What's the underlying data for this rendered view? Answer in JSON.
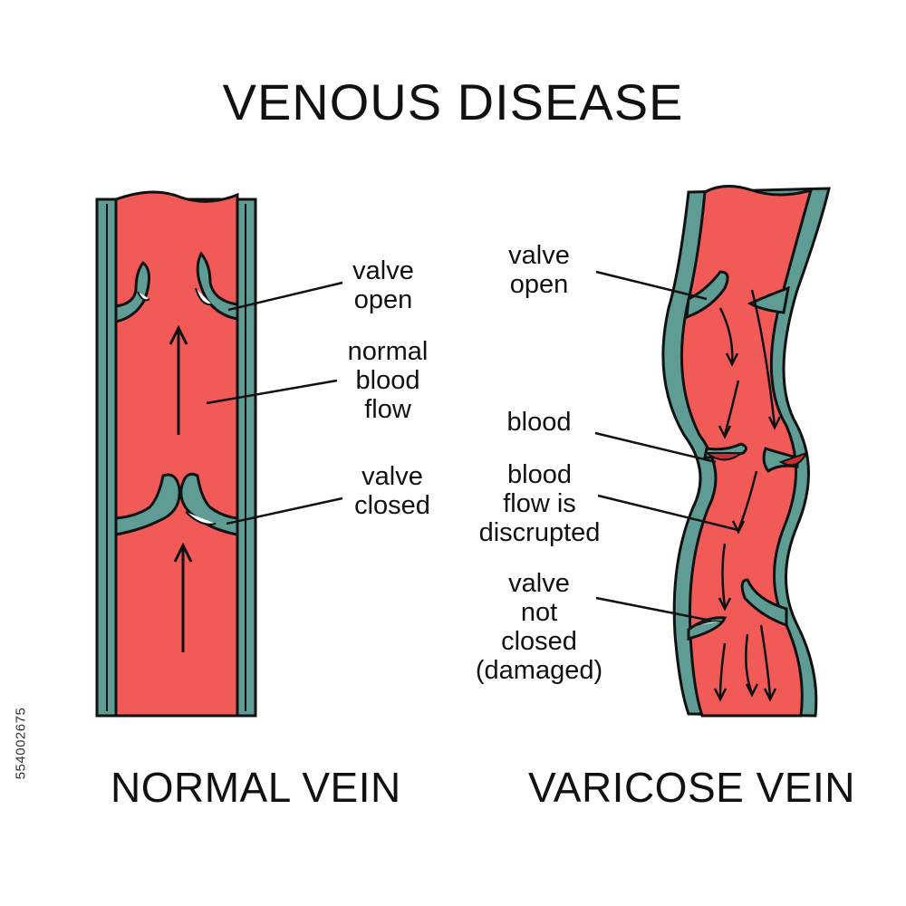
{
  "title": "VENOUS DISEASE",
  "colors": {
    "blood": "#f25a57",
    "vein_wall": "#5e9c94",
    "vein_wall_light": "#7fc9be",
    "outline": "#111111",
    "clot": "#c9312e",
    "background": "#ffffff"
  },
  "normal_vein": {
    "caption": "NORMAL VEIN",
    "labels": {
      "valve_open": "valve\nopen",
      "normal_flow": "normal\nblood\nflow",
      "valve_closed": "valve\nclosed"
    }
  },
  "varicose_vein": {
    "caption": "VARICOSE VEIN",
    "labels": {
      "valve_open": "valve\nopen",
      "blood": "blood",
      "flow_disrupted": "blood\nflow is\ndiscrupted",
      "valve_damaged": "valve\nnot\nclosed\n(damaged)"
    }
  },
  "watermark_id": "554002675"
}
